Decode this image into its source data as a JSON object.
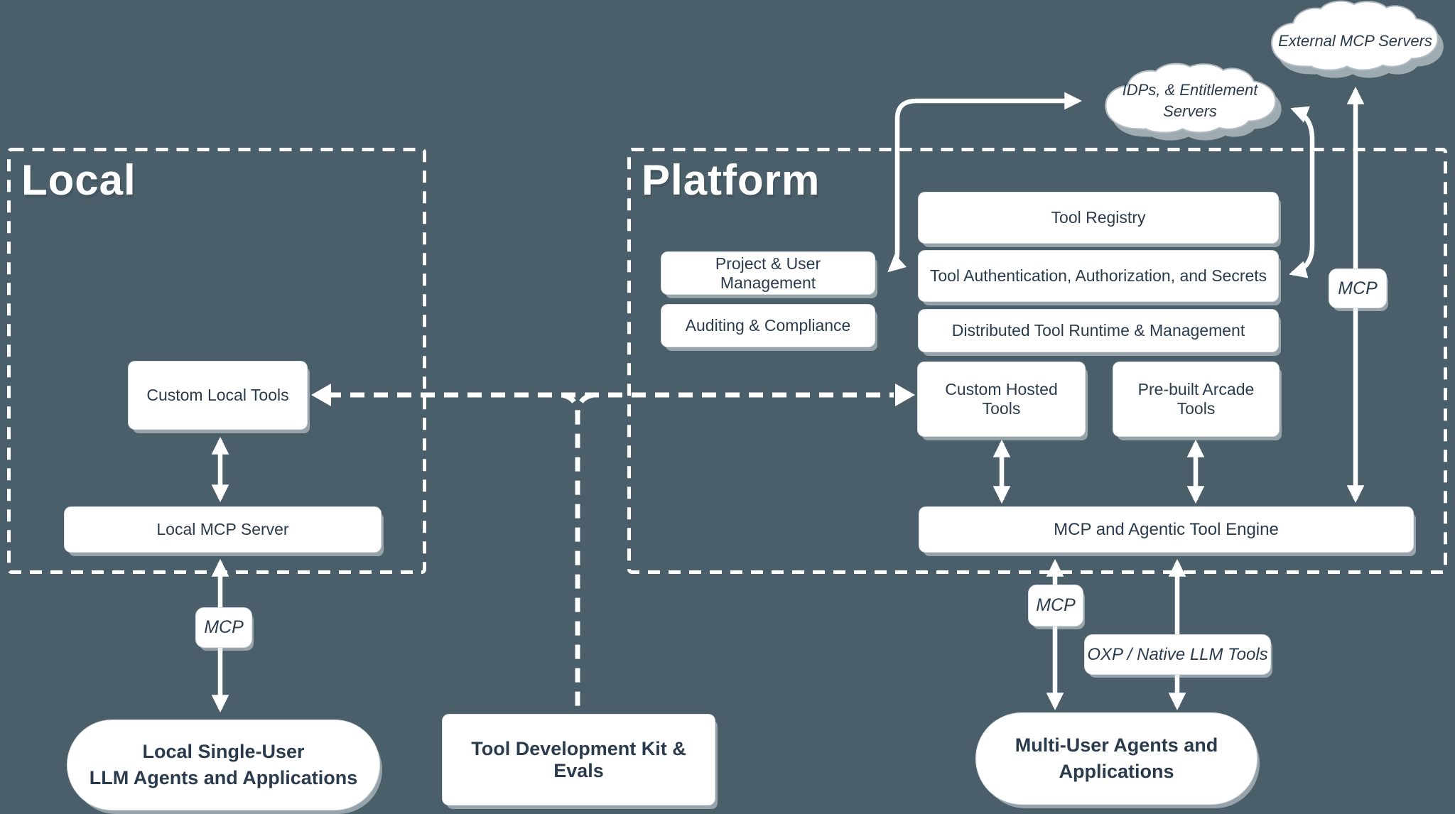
{
  "colors": {
    "background": "#4a5f6a",
    "box_fill": "#ffffff",
    "text_dark": "#2b3b4e",
    "connector_white": "#ffffff"
  },
  "groups": {
    "local": {
      "title": "Local"
    },
    "platform": {
      "title": "Platform"
    }
  },
  "clouds": {
    "idps": {
      "line1": "IDPs, & Entitlement",
      "line2": "Servers"
    },
    "external": {
      "label": "External MCP Servers"
    }
  },
  "boxes": {
    "custom_local_tools": "Custom Local Tools",
    "local_mcp_server": "Local MCP Server",
    "project_user_mgmt": "Project & User Management",
    "auditing_compliance": "Auditing & Compliance",
    "tool_registry": "Tool Registry",
    "tool_auth": "Tool Authentication, Authorization, and Secrets",
    "distributed_runtime": "Distributed Tool Runtime & Management",
    "custom_hosted_tools": "Custom Hosted Tools",
    "prebuilt_arcade_tools": "Pre-built Arcade Tools",
    "mcp_engine": "MCP and Agentic Tool Engine",
    "tool_dev_kit": "Tool Development Kit & Evals"
  },
  "pills": {
    "local_single_user": {
      "line1": "Local Single-User",
      "line2": "LLM Agents and Applications"
    },
    "multi_user": {
      "line1": "Multi-User Agents and",
      "line2": "Applications"
    }
  },
  "labels": {
    "mcp_local": "MCP",
    "mcp_platform": "MCP",
    "mcp_external": "MCP",
    "oxp": "OXP / Native LLM Tools"
  }
}
